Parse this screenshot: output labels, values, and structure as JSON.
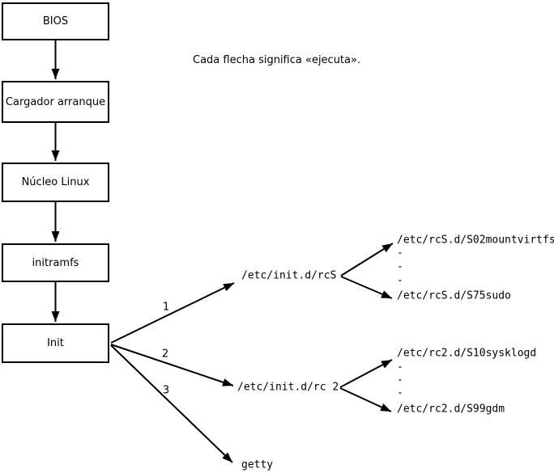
{
  "note": "Cada flecha significa «ejecuta».",
  "boxes": [
    {
      "label": "BIOS"
    },
    {
      "label": "Cargador arranque"
    },
    {
      "label": "Núcleo Linux"
    },
    {
      "label": "initramfs"
    },
    {
      "label": "Init"
    }
  ],
  "arrow_labels": [
    "1",
    "2",
    "3"
  ],
  "init_targets": {
    "rcS": "/etc/init.d/rcS",
    "rc2": "/etc/init.d/rc 2",
    "getty": "getty"
  },
  "rcS_children": {
    "first": "/etc/rcS.d/S02mountvirtfs",
    "dashes": [
      "-",
      "-",
      "-"
    ],
    "last": "/etc/rcS.d/S75sudo"
  },
  "rc2_children": {
    "first": "/etc/rc2.d/S10sysklogd",
    "dashes": [
      "-",
      "-",
      "-"
    ],
    "last": "/etc/rc2.d/S99gdm"
  },
  "colors": {
    "line": "#000000",
    "background": "#ffffff"
  }
}
